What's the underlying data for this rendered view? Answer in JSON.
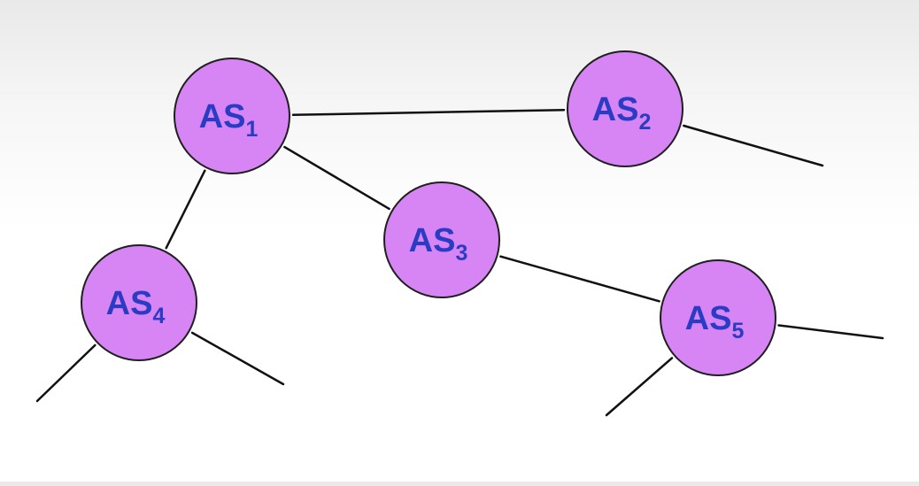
{
  "diagram": {
    "node_fill": "#d784f5",
    "node_stroke": "#1f1f1f",
    "label_color": "#2a3cc4",
    "edge_color": "#111111",
    "nodes": [
      {
        "id": "as1",
        "prefix": "AS",
        "subscript": "1"
      },
      {
        "id": "as2",
        "prefix": "AS",
        "subscript": "2"
      },
      {
        "id": "as3",
        "prefix": "AS",
        "subscript": "3"
      },
      {
        "id": "as4",
        "prefix": "AS",
        "subscript": "4"
      },
      {
        "id": "as5",
        "prefix": "AS",
        "subscript": "5"
      }
    ],
    "links": [
      {
        "from": "as1",
        "to": "as2"
      },
      {
        "from": "as1",
        "to": "as3"
      },
      {
        "from": "as1",
        "to": "as4"
      },
      {
        "from": "as3",
        "to": "as5"
      }
    ],
    "external_links": [
      {
        "node": "as2",
        "direction": "right"
      },
      {
        "node": "as4",
        "direction": "down-left"
      },
      {
        "node": "as4",
        "direction": "down-right"
      },
      {
        "node": "as5",
        "direction": "right"
      },
      {
        "node": "as5",
        "direction": "down-left"
      }
    ]
  }
}
